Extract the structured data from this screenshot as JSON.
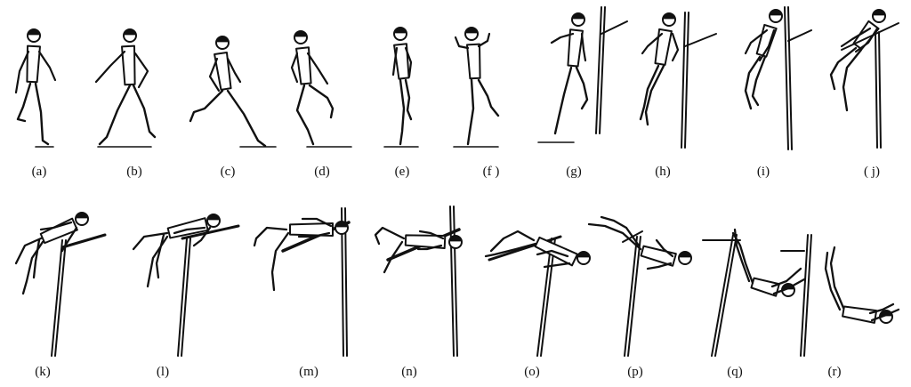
{
  "frames": [
    {
      "id": "a",
      "label": "(a)"
    },
    {
      "id": "b",
      "label": "(b)"
    },
    {
      "id": "c",
      "label": "(c)"
    },
    {
      "id": "d",
      "label": "(d)"
    },
    {
      "id": "e",
      "label": "(e)"
    },
    {
      "id": "f",
      "label": "(f )"
    },
    {
      "id": "g",
      "label": "(g)"
    },
    {
      "id": "h",
      "label": "(h)"
    },
    {
      "id": "i",
      "label": "(i)"
    },
    {
      "id": "j",
      "label": "( j)"
    },
    {
      "id": "k",
      "label": "(k)"
    },
    {
      "id": "l",
      "label": "(l)"
    },
    {
      "id": "m",
      "label": "(m)"
    },
    {
      "id": "n",
      "label": "(n)"
    },
    {
      "id": "o",
      "label": "(o)"
    },
    {
      "id": "p",
      "label": "(p)"
    },
    {
      "id": "q",
      "label": "(q)"
    },
    {
      "id": "r",
      "label": "(r)"
    }
  ],
  "colors": {
    "ink": "#111111",
    "background": "#ffffff"
  },
  "icons": {
    "figure": "athlete-silhouette-icon",
    "bar": "high-jump-bar-icon",
    "upright": "high-jump-upright-icon"
  }
}
